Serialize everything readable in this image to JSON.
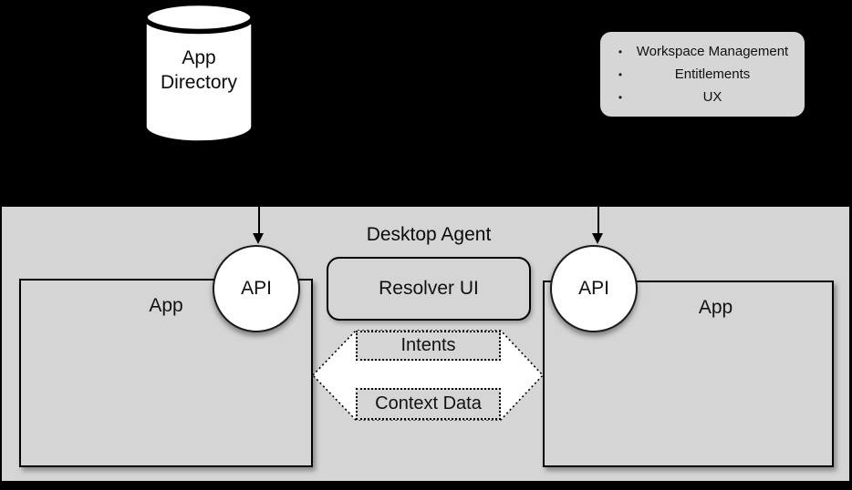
{
  "colors": {
    "background": "#000000",
    "panel_gray": "#d5d5d5",
    "box_gray": "#d6d6d6",
    "shape_white": "#ffffff",
    "line_black": "#000000",
    "text": "#111111"
  },
  "app_directory": {
    "label": "App Directory"
  },
  "features_box": {
    "bullet": "•",
    "items": [
      "Workspace Management",
      "Entitlements",
      "UX"
    ]
  },
  "desktop_agent": {
    "title": "Desktop Agent",
    "resolver_label": "Resolver UI",
    "left_app": {
      "label": "App"
    },
    "right_app": {
      "label": "App"
    },
    "left_api": {
      "label": "API"
    },
    "right_api": {
      "label": "API"
    },
    "arrow": {
      "top_label": "Intents",
      "bottom_label": "Context Data"
    }
  }
}
